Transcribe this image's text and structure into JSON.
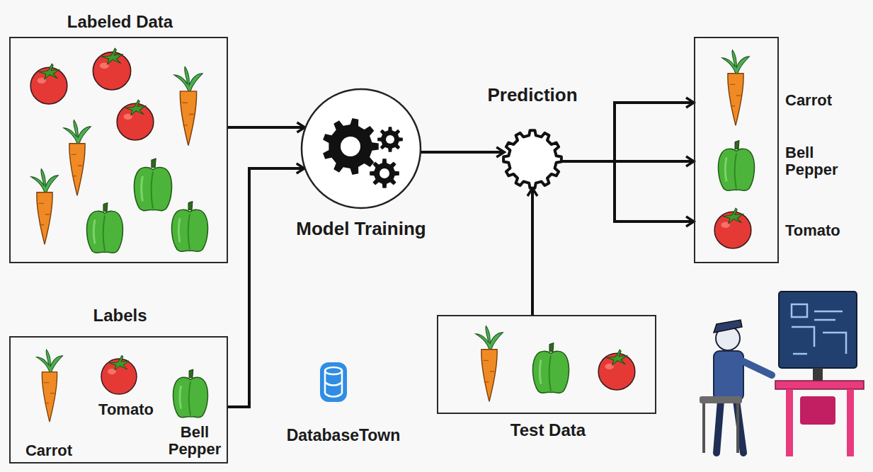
{
  "diagram": {
    "nodes": [
      {
        "text": [
          "Labeled Data"
        ]
      },
      {
        "text": [
          "Labels",
          "Carrot",
          "Tomato",
          "Bell Pepper"
        ]
      },
      {
        "text": [
          "Model Training"
        ]
      },
      {
        "text": [
          "Prediction"
        ]
      },
      {
        "text": [
          "Test Data"
        ]
      },
      {
        "text": [
          "Carrot",
          "Bell Pepper",
          "Tomato"
        ]
      }
    ],
    "edges": [
      {
        "from": 0,
        "to": 2,
        "arrow": "to"
      },
      {
        "from": 1,
        "to": 2,
        "arrow": "to"
      },
      {
        "from": 2,
        "to": 3,
        "arrow": "to"
      },
      {
        "from": 4,
        "to": 3,
        "arrow": "to"
      },
      {
        "from": 3,
        "to": 5,
        "arrow": "to"
      },
      {
        "from": 3,
        "to": 5,
        "arrow": "to"
      },
      {
        "from": 3,
        "to": 5,
        "arrow": "to"
      }
    ],
    "labels": [
      "DatabaseTown"
    ]
  }
}
